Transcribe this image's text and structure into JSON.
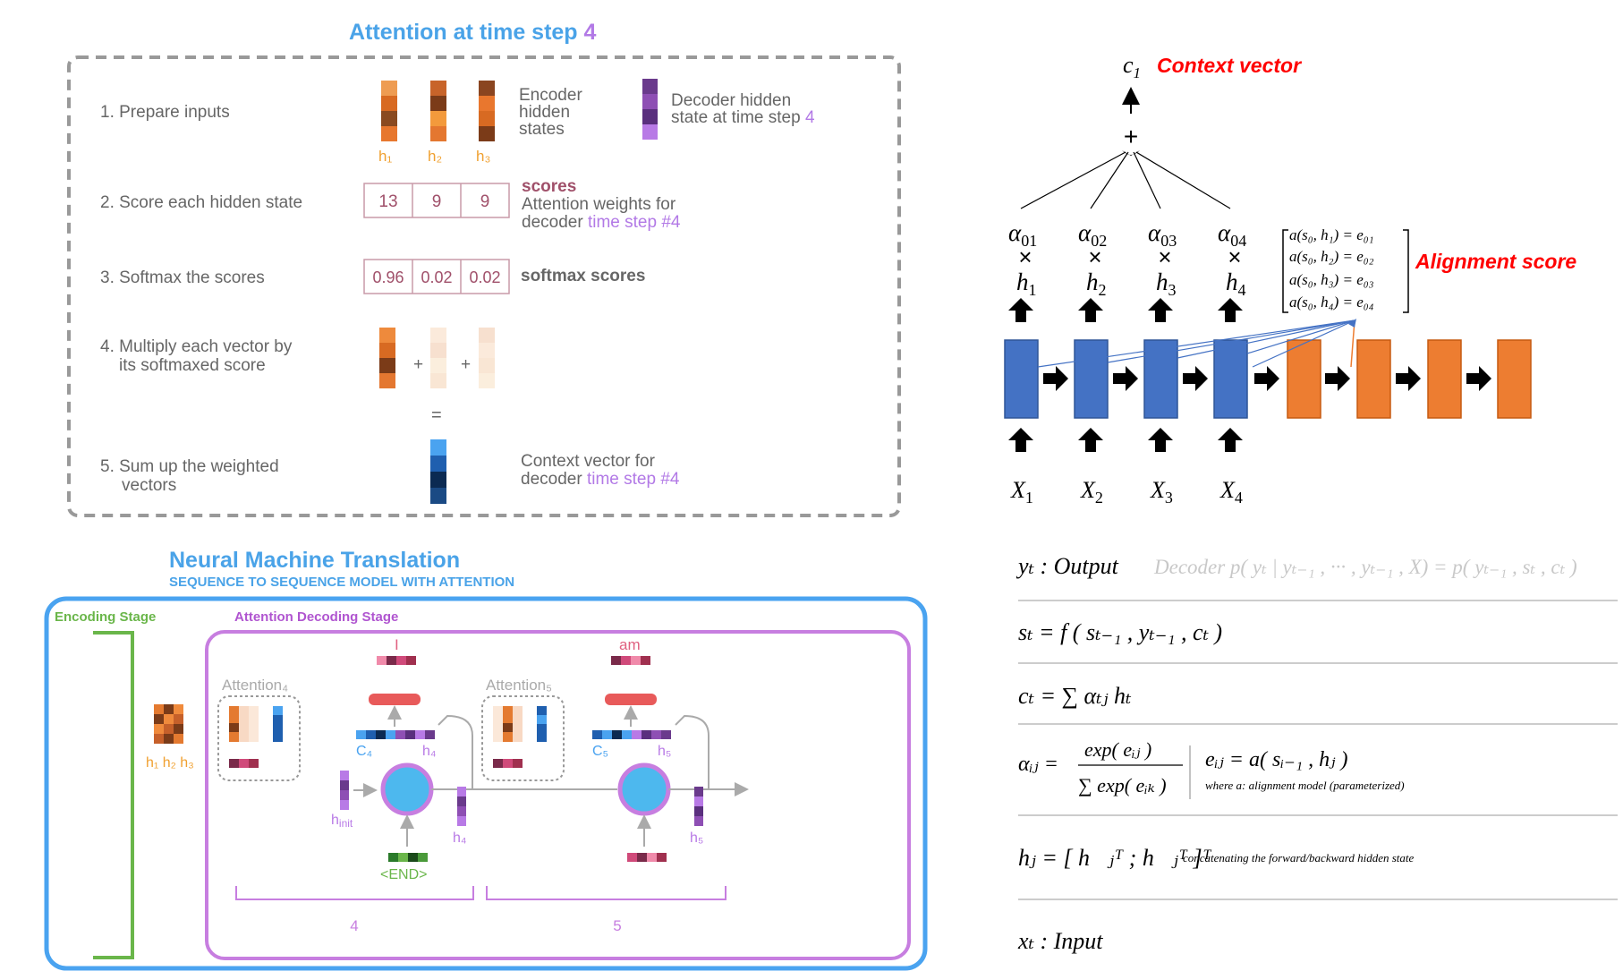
{
  "attention": {
    "title_prefix": "Attention at time step ",
    "title_num": "4",
    "steps": [
      {
        "label": "1.  Prepare inputs"
      },
      {
        "label": "2.  Score each hidden state"
      },
      {
        "label": "3.  Softmax the scores"
      },
      {
        "label": "4. Multiply each vector by",
        "label2": "its softmaxed score"
      },
      {
        "label": "5. Sum up the weighted",
        "label2": "vectors"
      }
    ],
    "h_labels": [
      "h₁",
      "h₂",
      "h₃"
    ],
    "encoder_note": [
      "Encoder",
      "hidden",
      "states"
    ],
    "decoder_note": [
      "Decoder hidden",
      "state at time step "
    ],
    "decoder_step": "4",
    "scores": [
      "13",
      "9",
      "9"
    ],
    "scores_title": "scores",
    "weights_note": [
      "Attention weights for",
      "decoder "
    ],
    "time_step_text": "time step #4",
    "softmax": [
      "0.96",
      "0.02",
      "0.02"
    ],
    "softmax_label": "softmax scores",
    "plus": "+",
    "equals": "=",
    "context_note": [
      "Context vector for",
      "decoder "
    ]
  },
  "nmt": {
    "title": "Neural Machine Translation",
    "subtitle": "SEQUENCE TO SEQUENCE MODEL WITH ATTENTION",
    "encoding_stage": "Encoding Stage",
    "decoding_stage": "Attention Decoding Stage",
    "hidden_label": "h₁ h₂ h₃",
    "attention4": "Attention₄",
    "attention5": "Attention₅",
    "out1": "I",
    "out2": "am",
    "c4": "C₄",
    "h4a": "h₄",
    "c5": "C₅",
    "h5a": "h₅",
    "hinit": "h",
    "hinit_sub": "init",
    "h4b": "h₄",
    "h5b": "h₅",
    "end": "<END>",
    "step4": "4",
    "step5": "5"
  },
  "seq": {
    "context_c": "c",
    "context_sub": "1",
    "context_label": "Context vector",
    "alignment_label": "Alignment score",
    "plus": "+",
    "times": "×",
    "alphas": [
      "α",
      "α",
      "α",
      "α"
    ],
    "alpha_subs": [
      "01",
      "02",
      "03",
      "04"
    ],
    "hs": [
      "h",
      "h",
      "h",
      "h"
    ],
    "h_subs": [
      "1",
      "2",
      "3",
      "4"
    ],
    "xs": [
      "X",
      "X",
      "X",
      "X"
    ],
    "x_subs": [
      "1",
      "2",
      "3",
      "4"
    ],
    "alignments": [
      "a(s₀, h₁) = e₀₁",
      "a(s₀, h₂) = e₀₂",
      "a(s₀, h₃) = e₀₃",
      "a(s₀, h₄) = e₀₄"
    ],
    "colors": {
      "encoder": "#4472c4",
      "decoder": "#ed7d31",
      "label_red": "#ff0000"
    }
  },
  "equations": {
    "output": "yₜ : Output",
    "output_grey": "Decoder  p( yₜ | yₜ₋₁ , ··· , yₜ₋₁ , X) = p( yₜ₋₁ , sₜ , cₜ )",
    "state": "sₜ = f ( sₜ₋₁ ,  yₜ₋₁ ,  cₜ )",
    "context": "cₜ = ∑ αₜⱼ hₜ",
    "alpha_lhs": "αᵢⱼ =",
    "alpha_num": "exp( eᵢⱼ )",
    "alpha_den": "∑ exp( eᵢₖ )",
    "e_def": "eᵢⱼ = a( sᵢ₋₁ , hⱼ )",
    "e_note": "where  a: alignment model (parameterized)",
    "h_def": "hⱼ  =  [ h⃗ⱼᵀ ;  h⃖ⱼᵀ ]ᵀ",
    "h_note": "concatenating the forward/backward hidden state",
    "input": "xₜ : Input"
  }
}
